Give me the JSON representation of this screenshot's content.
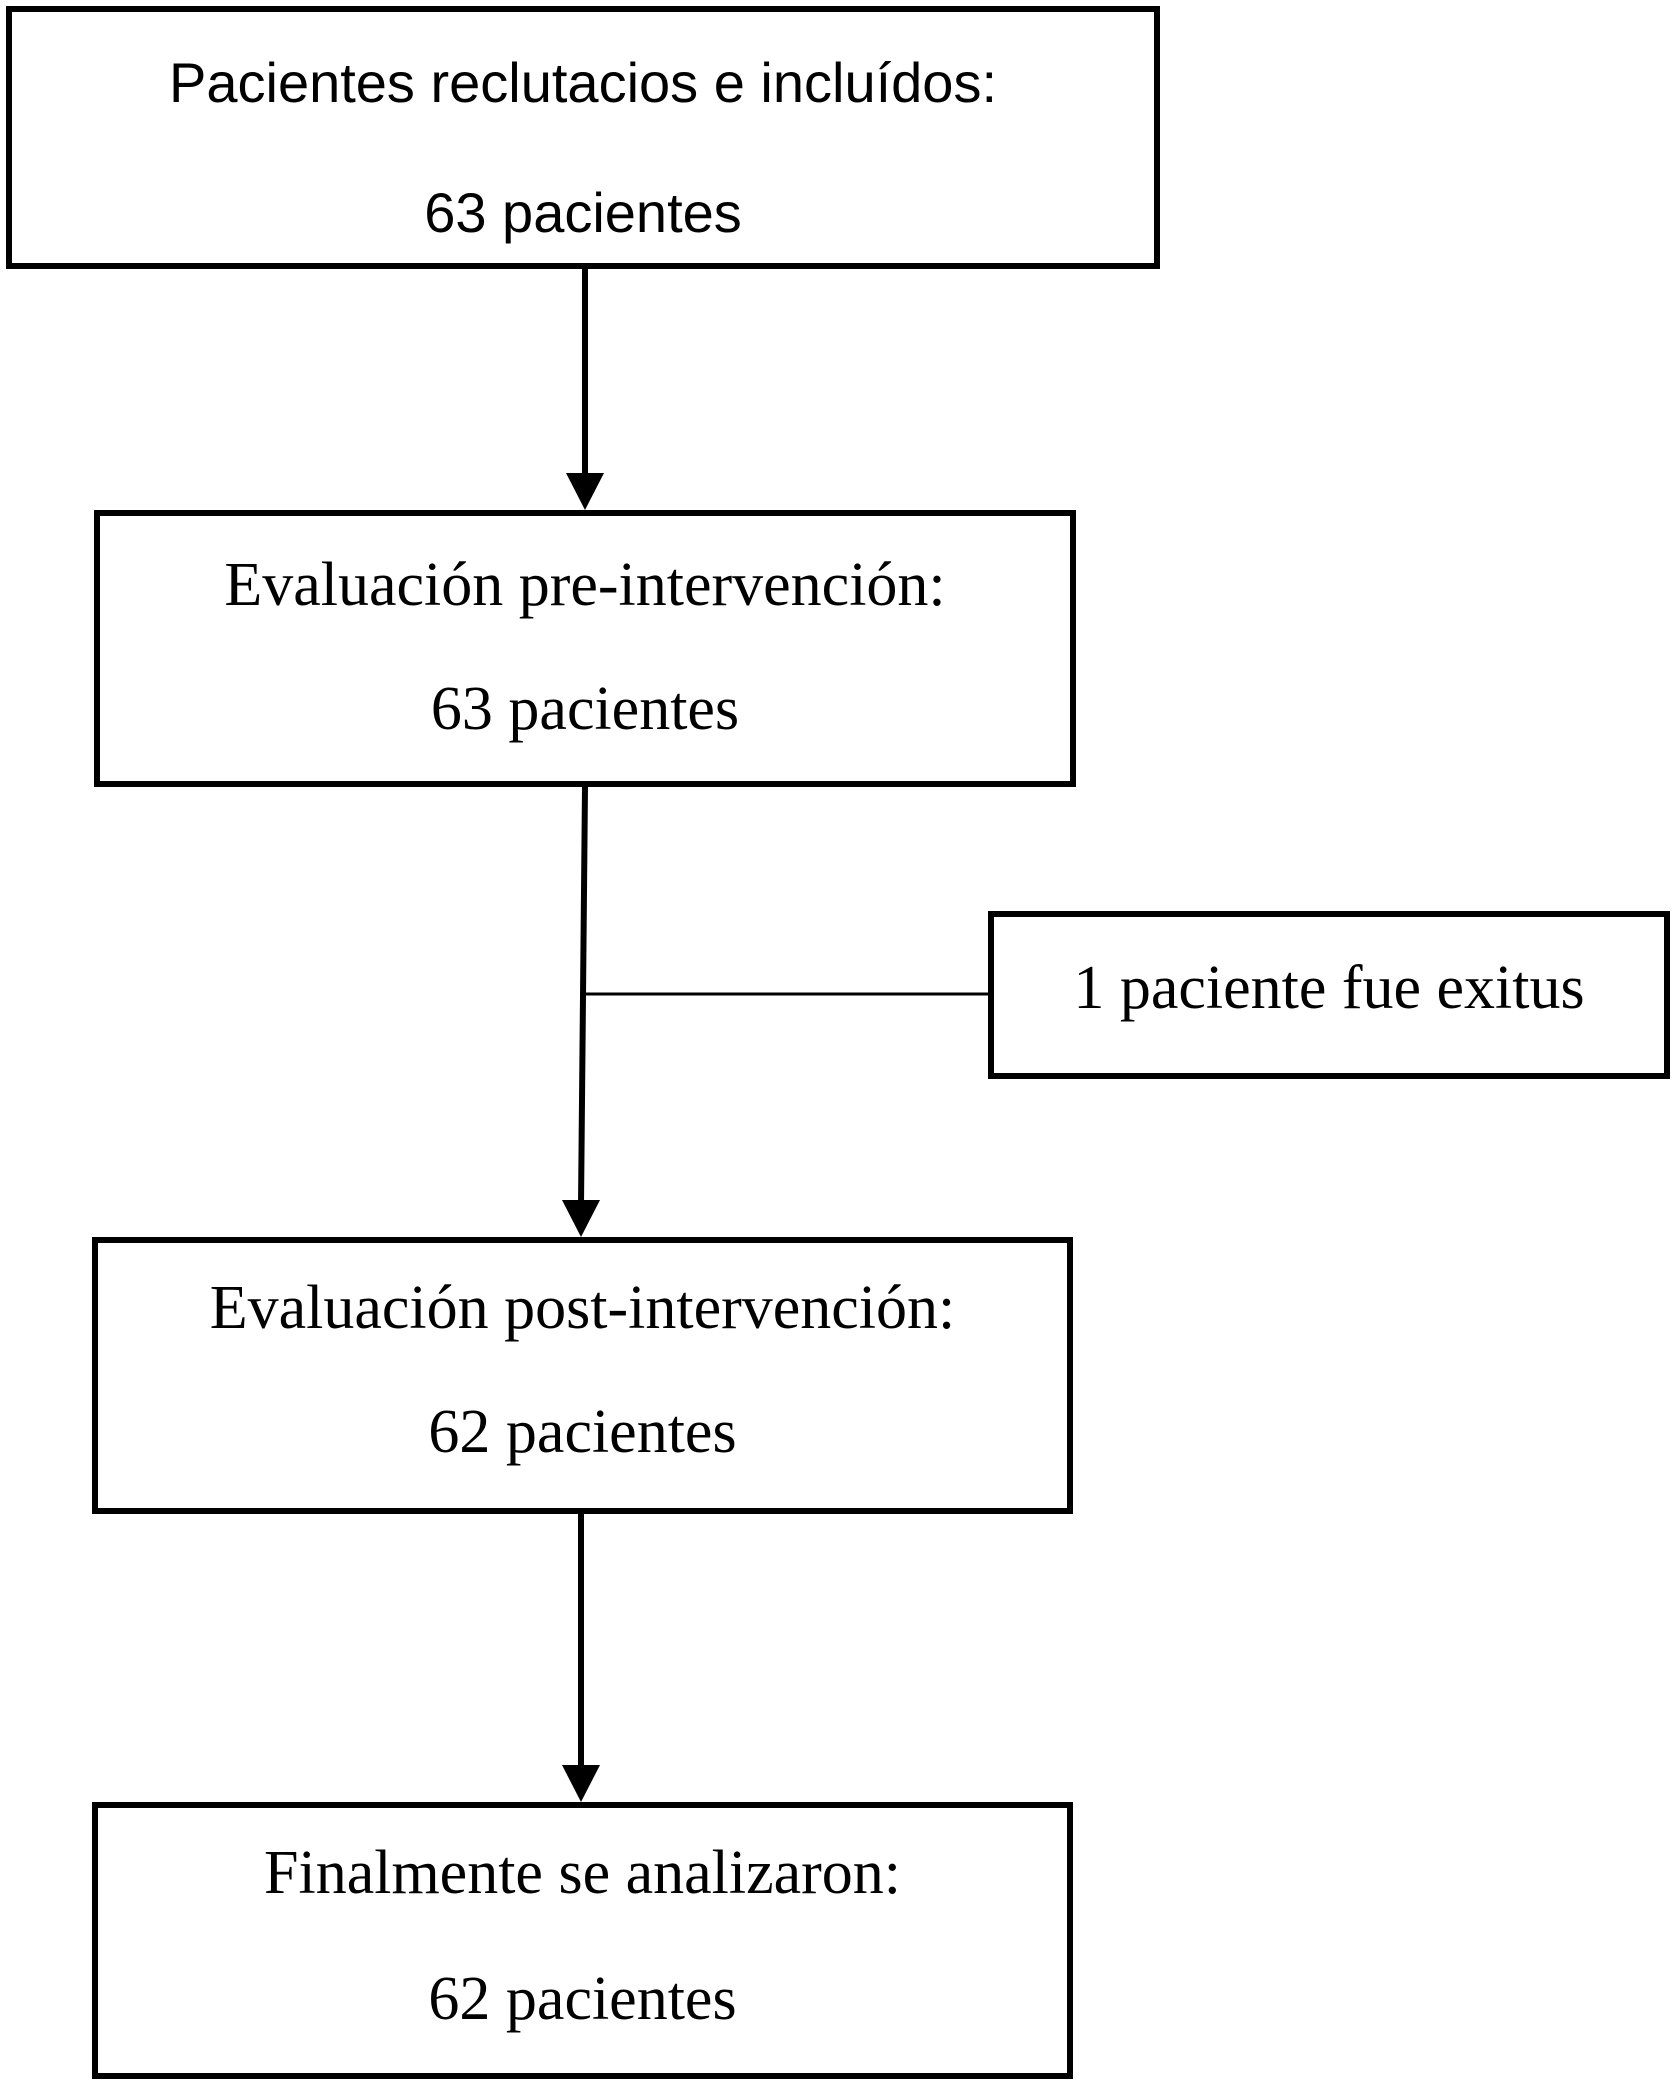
{
  "flowchart": {
    "step1": {
      "title": "Pacientes reclutacios e incluídos:",
      "count": "63 pacientes"
    },
    "step2": {
      "title": "Evaluación pre-intervención:",
      "count": "63 pacientes"
    },
    "exclusion": {
      "text": "1 paciente fue exitus"
    },
    "step3": {
      "title": "Evaluación post-intervención:",
      "count": "62 pacientes"
    },
    "step4": {
      "title": "Finalmente se analizaron:",
      "count": "62 pacientes"
    }
  },
  "colors": {
    "stroke": "#000000",
    "background": "#ffffff"
  }
}
